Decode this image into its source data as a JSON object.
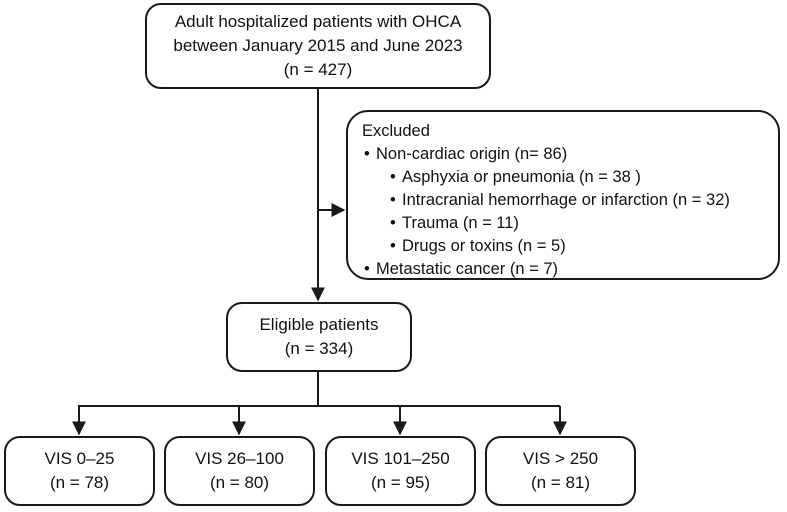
{
  "top_box": {
    "line1": "Adult hospitalized patients with OHCA",
    "line2": "between January 2015 and June 2023",
    "count": "(n = 427)"
  },
  "excluded_box": {
    "title": "Excluded",
    "items": [
      {
        "bullet": "•",
        "text": "Non-cardiac origin (n= 86)",
        "level": 1
      },
      {
        "bullet": "•",
        "text": "Asphyxia or pneumonia (n = 38 )",
        "level": 2
      },
      {
        "bullet": "•",
        "text": "Intracranial hemorrhage or infarction (n = 32)",
        "level": 2
      },
      {
        "bullet": "•",
        "text": "Trauma (n = 11)",
        "level": 2
      },
      {
        "bullet": "•",
        "text": "Drugs or toxins (n = 5)",
        "level": 2
      },
      {
        "bullet": "•",
        "text": "Metastatic cancer (n = 7)",
        "level": 1
      }
    ]
  },
  "eligible_box": {
    "label": "Eligible patients",
    "count": "(n = 334)"
  },
  "groups": [
    {
      "label": "VIS 0–25",
      "count": "(n = 78)"
    },
    {
      "label": "VIS 26–100",
      "count": "(n = 80)"
    },
    {
      "label": "VIS 101–250",
      "count": "(n = 95)"
    },
    {
      "label": "VIS > 250",
      "count": "(n = 81)"
    }
  ],
  "colors": {
    "stroke": "#1a1a1a",
    "background": "#ffffff"
  }
}
